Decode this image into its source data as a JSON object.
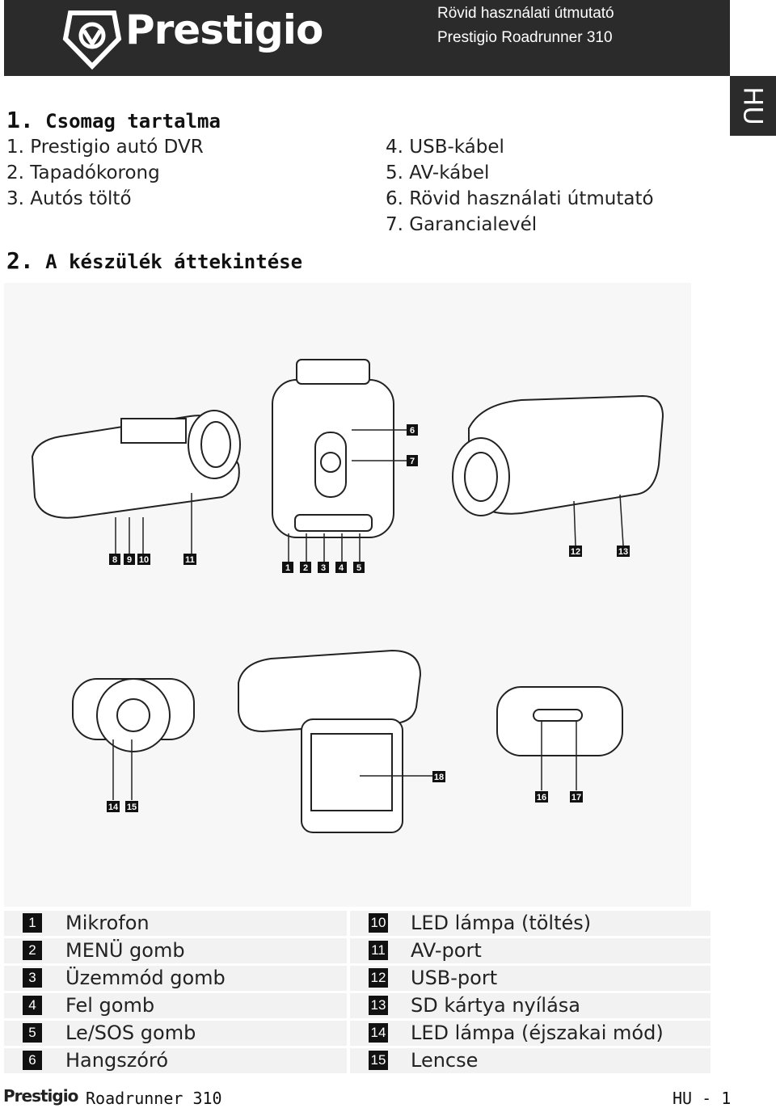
{
  "header": {
    "brand": "Prestigio",
    "line1": "Rövid használati útmutató",
    "line2": "Prestigio Roadrunner 310",
    "lang_tab": "HU"
  },
  "section1": {
    "number": "1.",
    "title": "Csomag tartalma",
    "items": [
      "1. Prestigio autó DVR",
      "2. Tapadókorong",
      "3. Autós töltő",
      "4. USB-kábel",
      "5. AV-kábel",
      "6. Rövid használati útmutató",
      "7. Garancialevél"
    ]
  },
  "section2": {
    "number": "2.",
    "title": "A készülék áttekintése"
  },
  "callouts": [
    "1",
    "2",
    "3",
    "4",
    "5",
    "6",
    "7",
    "8",
    "9",
    "10",
    "11",
    "12",
    "13",
    "14",
    "15",
    "16",
    "17",
    "18"
  ],
  "legend": [
    {
      "num": "1",
      "label": "Mikrofon"
    },
    {
      "num": "2",
      "label": "MENÜ gomb"
    },
    {
      "num": "3",
      "label": "Üzemmód gomb"
    },
    {
      "num": "4",
      "label": "Fel gomb"
    },
    {
      "num": "5",
      "label": "Le/SOS gomb"
    },
    {
      "num": "6",
      "label": "Hangszóró"
    },
    {
      "num": "10",
      "label": "LED lámpa (töltés)"
    },
    {
      "num": "11",
      "label": "AV-port"
    },
    {
      "num": "12",
      "label": "USB-port"
    },
    {
      "num": "13",
      "label": "SD kártya nyílása"
    },
    {
      "num": "14",
      "label": "LED lámpa (éjszakai mód)"
    },
    {
      "num": "15",
      "label": "Lencse"
    }
  ],
  "footer": {
    "brand": "Prestigio",
    "model": "Roadrunner 310",
    "page": "HU - 1"
  }
}
